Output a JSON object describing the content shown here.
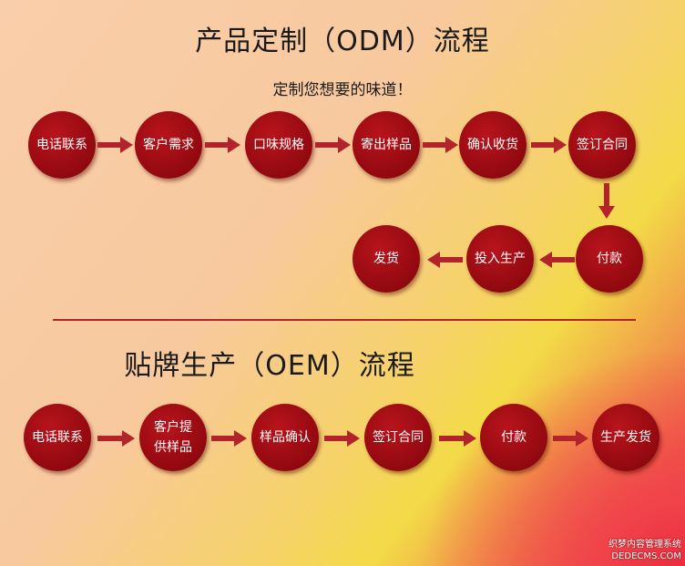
{
  "odm": {
    "title": "产品定制（ODM）流程",
    "subtitle": "定制您想要的味道！",
    "steps": [
      "电话联系",
      "客户需求",
      "口味规格",
      "寄出样品",
      "确认收货",
      "签订合同",
      "付款",
      "投入生产",
      "发货"
    ]
  },
  "oem": {
    "title": "贴牌生产（OEM）流程",
    "steps": [
      "电话联系",
      "客户提供样品",
      "样品确认",
      "签订合同",
      "付款",
      "生产发货"
    ]
  },
  "watermark": {
    "line1": "织梦内容管理系统",
    "line2": "DEDECMS.COM"
  },
  "colors": {
    "node": "#9a0b12",
    "arrow": "#b3232a",
    "divider": "#b3232a"
  }
}
